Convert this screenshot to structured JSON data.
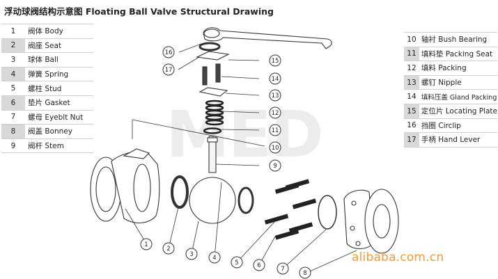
{
  "title": "浮动球阀结构示意图 Floating Ball Valve Structural Drawing",
  "logo_text": "MED",
  "watermark": "alibaba.com.cn",
  "parts_left": [
    {
      "num": "1",
      "label": "阀体 Body"
    },
    {
      "num": "2",
      "label": "阀座 Seat"
    },
    {
      "num": "3",
      "label": "球体 Ball"
    },
    {
      "num": "4",
      "label": "弹簧 Spring"
    },
    {
      "num": "5",
      "label": "螺柱 Stud"
    },
    {
      "num": "6",
      "label": "垫片 Gasket"
    },
    {
      "num": "7",
      "label": "螺母 Eyeblt Nut"
    },
    {
      "num": "8",
      "label": "阀盖 Bonney"
    },
    {
      "num": "9",
      "label": "阀杆 Stem"
    }
  ],
  "parts_right": [
    {
      "num": "10",
      "label": "轴衬 Bush Bearing"
    },
    {
      "num": "11",
      "label": "填料垫 Packing Seat"
    },
    {
      "num": "12",
      "label": "填料 Packing"
    },
    {
      "num": "13",
      "label": "螺钉 Nipple"
    },
    {
      "num": "14",
      "label": "填料压盖 Gland Packing"
    },
    {
      "num": "15",
      "label": "定位片 Locating Plate"
    },
    {
      "num": "16",
      "label": "挡圈 Circlip"
    },
    {
      "num": "17",
      "label": "手柄 Hand Lever"
    }
  ],
  "callouts": [
    "1",
    "2",
    "3",
    "4",
    "5",
    "6",
    "7",
    "8",
    "9",
    "10",
    "11",
    "12",
    "13",
    "14",
    "15",
    "16",
    "17"
  ]
}
